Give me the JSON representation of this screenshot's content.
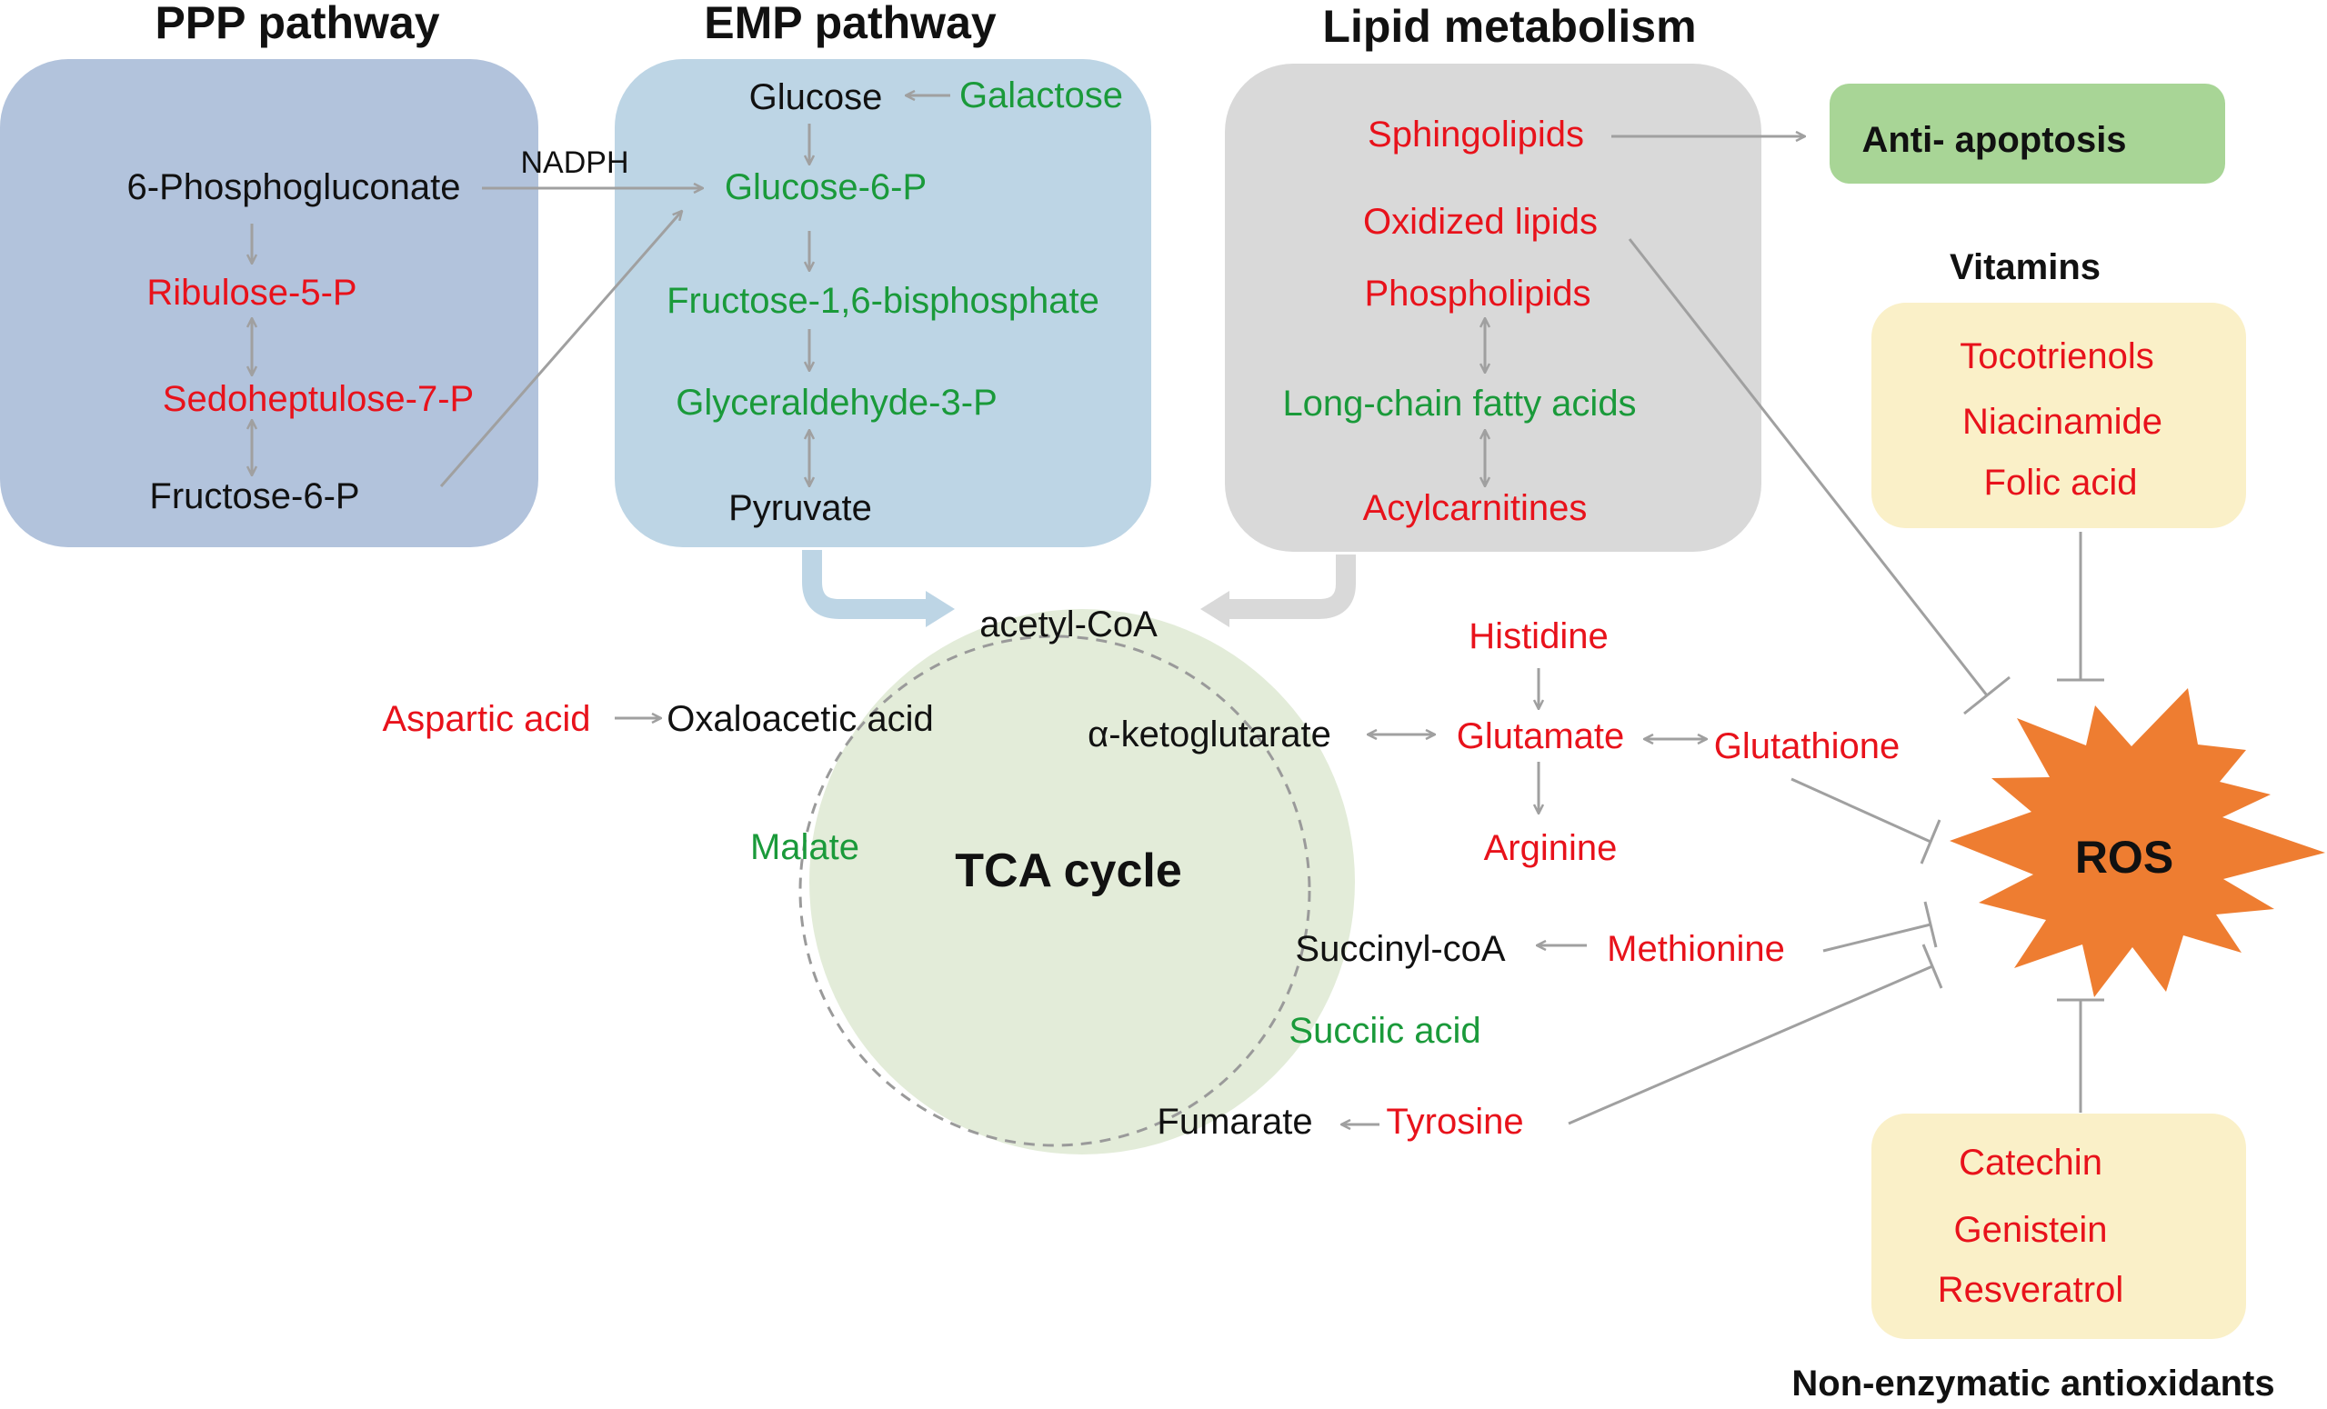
{
  "colors": {
    "ppp_box": "#b2c3dc",
    "emp_box": "#bdd5e5",
    "lipid_box": "#d9d9d9",
    "vitamin_box": "#faf0c8",
    "antiapoptosis_box": "#a8d596",
    "tca_circle": "#e3ecd9",
    "ros_star": "#ee7d31",
    "black_text": "#111111",
    "red_text": "#e8121b",
    "green_text": "#1a9a3a",
    "arrow_gray": "#a0a0a0"
  },
  "headers": {
    "ppp": "PPP pathway",
    "emp": "EMP pathway",
    "lipid": "Lipid metabolism",
    "vitamins": "Vitamins",
    "non_enzymatic": "Non-enzymatic antioxidants"
  },
  "ppp": {
    "phosphogluconate": "6-Phosphogluconate",
    "ribulose": "Ribulose-5-P",
    "sedoheptulose": "Sedoheptulose-7-P",
    "fructose6p": "Fructose-6-P"
  },
  "nadph": "NADPH",
  "emp": {
    "glucose": "Glucose",
    "galactose": "Galactose",
    "glucose6p": "Glucose-6-P",
    "fructose16bp": "Fructose-1,6-bisphosphate",
    "glyceraldehyde": "Glyceraldehyde-3-P",
    "pyruvate": "Pyruvate"
  },
  "lipid": {
    "sphingolipids": "Sphingolipids",
    "oxidized": "Oxidized lipids",
    "phospholipids": "Phospholipids",
    "lcfa": "Long-chain fatty acids",
    "acylcarnitines": "Acylcarnitines"
  },
  "anti_apoptosis": "Anti- apoptosis",
  "vitamins": [
    "Tocotrienols",
    "Niacinamide",
    "Folic acid"
  ],
  "antioxidants": [
    "Catechin",
    "Genistein",
    "Resveratrol"
  ],
  "ros": "ROS",
  "tca": {
    "title": "TCA cycle",
    "acetylcoa": "acetyl-CoA",
    "oxaloacetic": "Oxaloacetic acid",
    "akg": "α-ketoglutarate",
    "malate": "Malate",
    "succinylcoa": "Succinyl-coA",
    "succinic": "Succiic acid",
    "fumarate": "Fumarate"
  },
  "amino": {
    "aspartic": "Aspartic acid",
    "histidine": "Histidine",
    "glutamate": "Glutamate",
    "glutathione": "Glutathione",
    "arginine": "Arginine",
    "methionine": "Methionine",
    "tyrosine": "Tyrosine"
  }
}
